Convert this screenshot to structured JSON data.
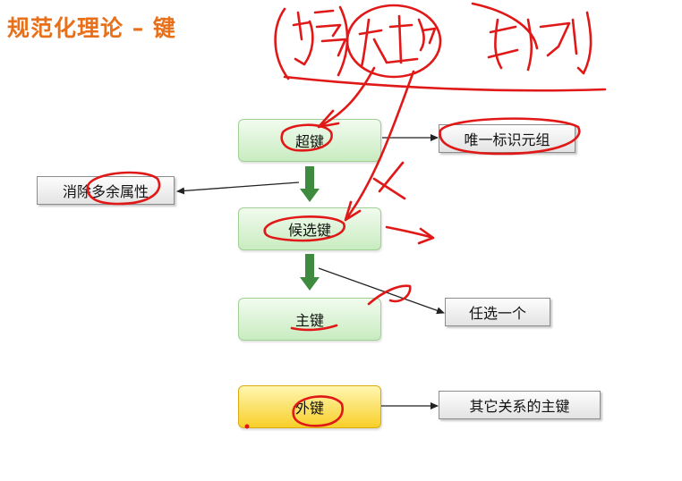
{
  "title": "规范化理论 – 键",
  "diagram": {
    "nodes": {
      "super_key": "超键",
      "candidate_key": "候选键",
      "primary_key": "主键",
      "foreign_key": "外键",
      "unique_tuple": "唯一标识元组",
      "remove_attrs": "消除多余属性",
      "choose_one": "任选一个",
      "other_pk": "其它关系的主键"
    }
  },
  "colors": {
    "title": "#e8701a",
    "green_arrow": "#3e8a3e",
    "annotation_red": "#e01818",
    "connector": "#222222"
  }
}
